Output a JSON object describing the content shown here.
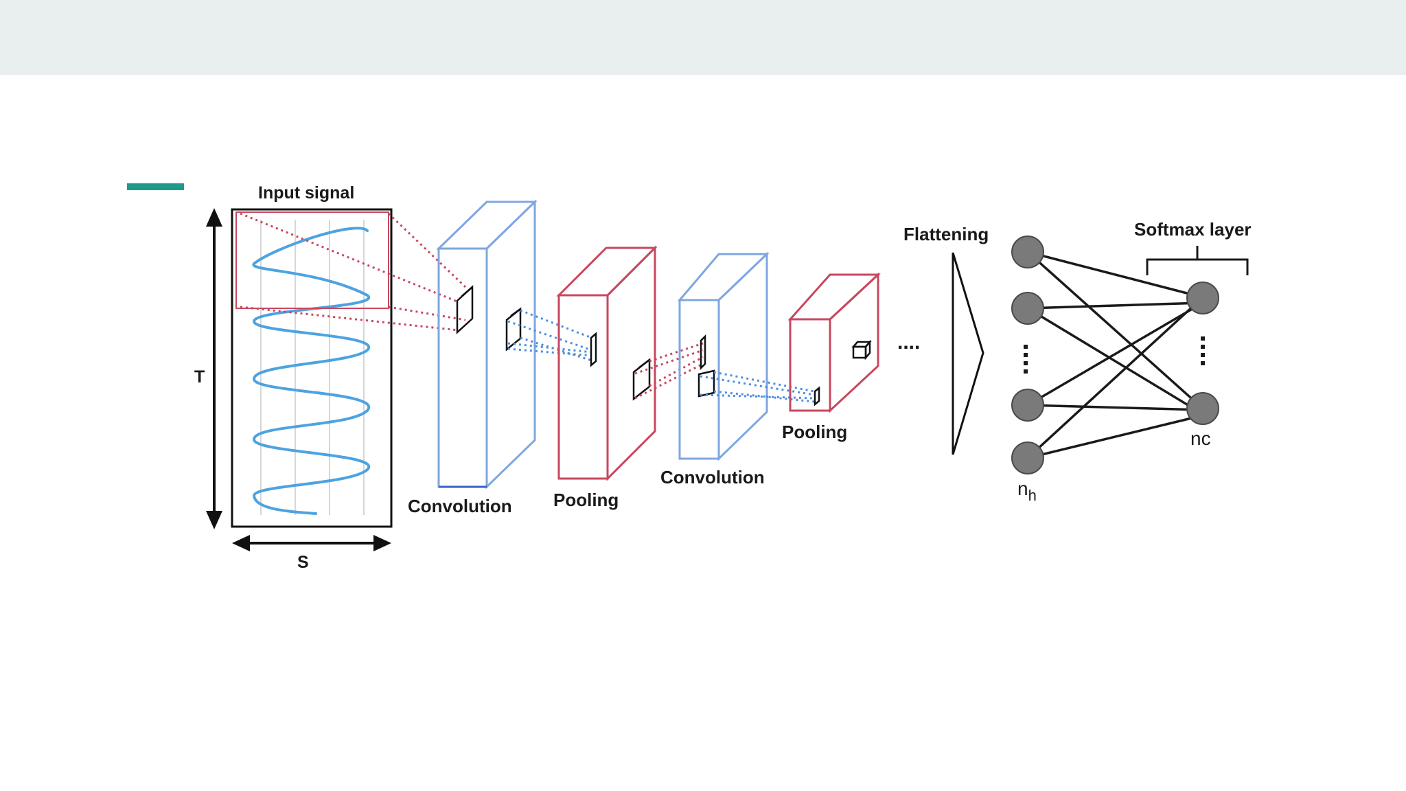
{
  "diagram": {
    "labels": {
      "input_signal": "Input signal",
      "axis_t": "T",
      "axis_s": "S",
      "convolution_1": "Convolution",
      "pooling_1": "Pooling",
      "convolution_2": "Convolution",
      "pooling_2": "Pooling",
      "ellipsis": "....",
      "flattening": "Flattening",
      "softmax_layer": "Softmax layer",
      "nh_base": "n",
      "nh_sub": "h",
      "nc": "nc"
    },
    "colors": {
      "accent": "#1e9a8c",
      "header_bg": "#e9eeee",
      "conv_blue": "#7fa6e0",
      "pool_red": "#c8475e",
      "wave_blue": "#4da3e0",
      "node_gray": "#7a7a7a"
    }
  }
}
